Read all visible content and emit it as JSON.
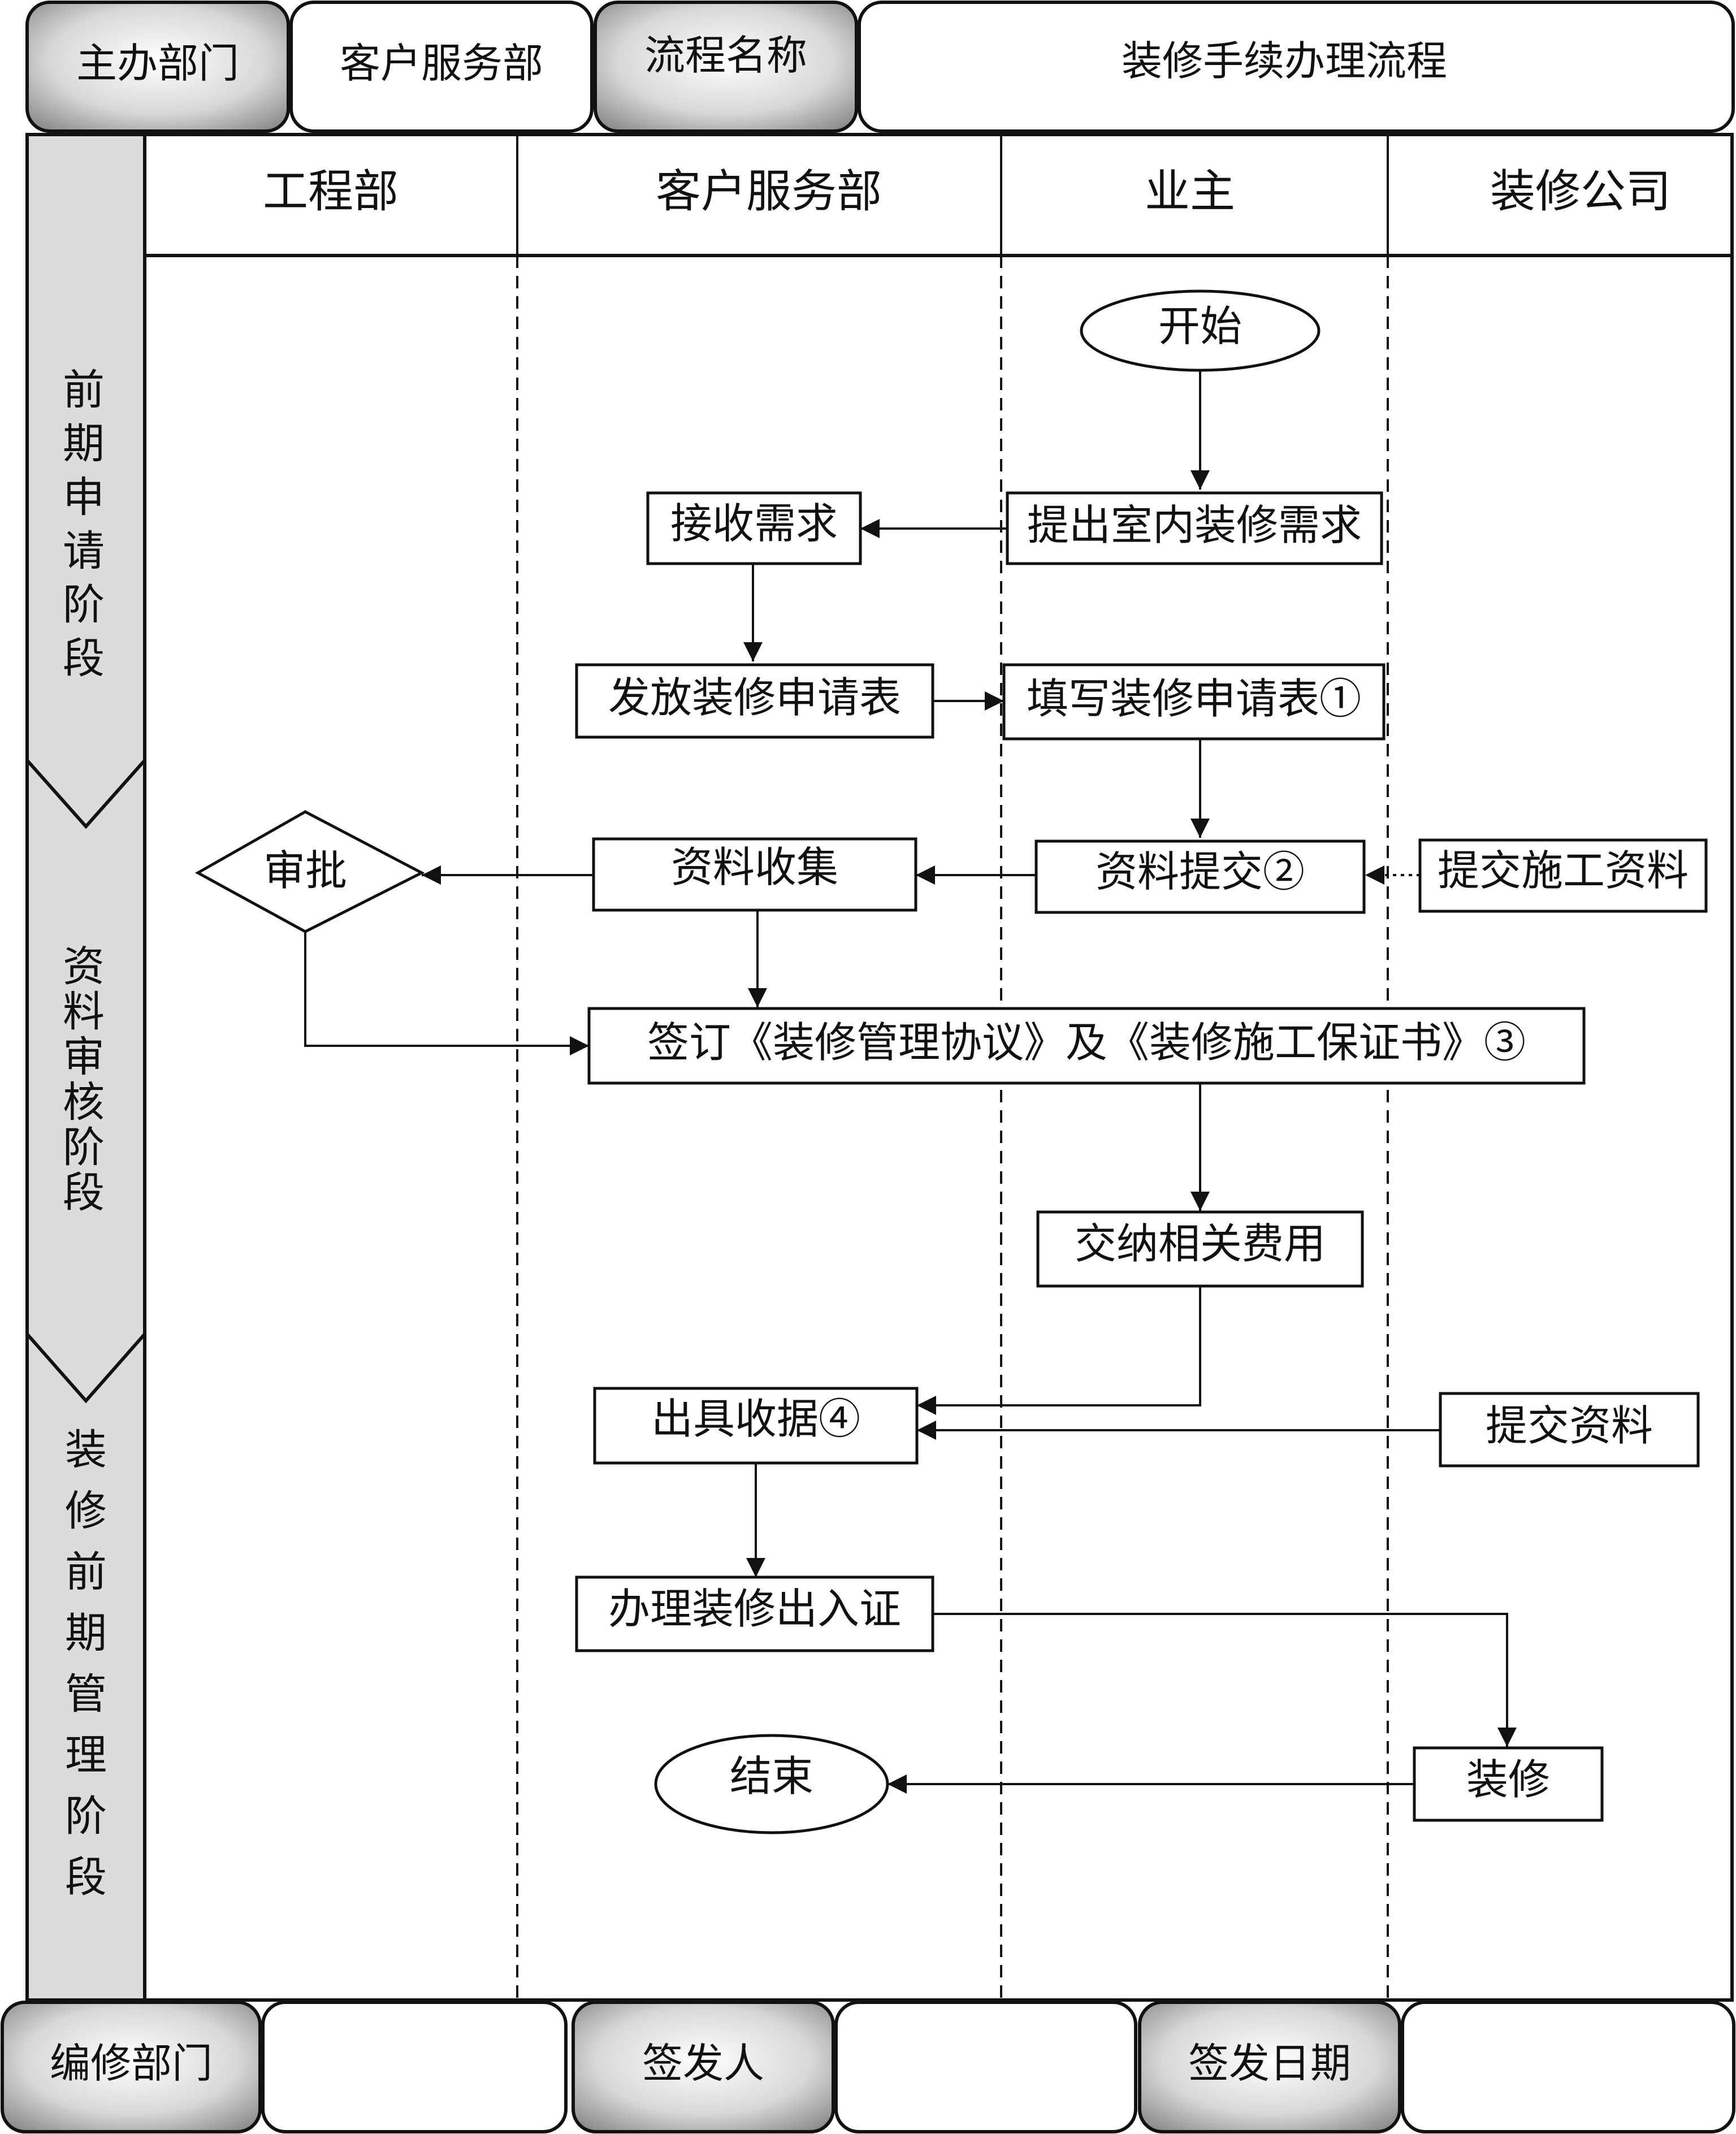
{
  "header": {
    "host_department_label": "主办部门",
    "host_department_value": "客户服务部",
    "process_name_label": "流程名称",
    "process_name_value": "装修手续办理流程"
  },
  "lanes": [
    "工程部",
    "客户服务部",
    "业主",
    "装修公司"
  ],
  "phases": [
    {
      "label": "前期申请阶段"
    },
    {
      "label": "资料审核阶段"
    },
    {
      "label": "装修前期管理阶段"
    }
  ],
  "nodes": {
    "start": "开始",
    "raise_request": "提出室内装修需求",
    "receive_request": "接收需求",
    "issue_form": "发放装修申请表",
    "fill_form": "填写装修申请表①",
    "approve": "审批",
    "collect_docs": "资料收集",
    "submit_docs": "资料提交②",
    "submit_construction_docs": "提交施工资料",
    "sign_agreements": "签订《装修管理协议》及《装修施工保证书》③",
    "pay_fees": "交纳相关费用",
    "issue_receipt": "出具收据④",
    "submit_materials": "提交资料",
    "issue_pass": "办理装修出入证",
    "renovate": "装修",
    "end": "结束"
  },
  "footer": {
    "editor_department_label": "编修部门",
    "editor_department_value": "",
    "issuer_label": "签发人",
    "issuer_value": "",
    "issue_date_label": "签发日期",
    "issue_date_value": ""
  },
  "colors": {
    "gray_tab": "#9a9a9a",
    "phase_fill": "#dcdcdc",
    "line": "#111111"
  }
}
